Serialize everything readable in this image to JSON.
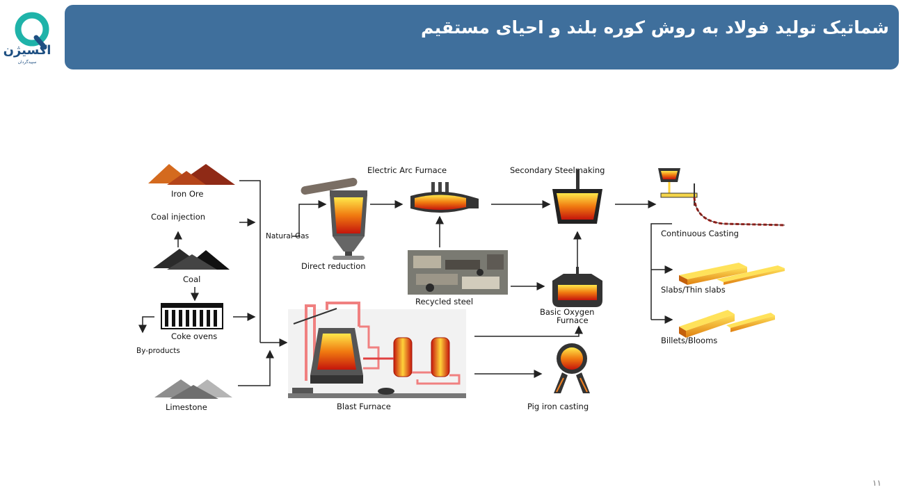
{
  "header": {
    "title": "شماتیک تولید فولاد به روش کوره بلند و احیای مستقیم"
  },
  "logo": {
    "name": "اکسیژن",
    "tagline": "سپیدگردان"
  },
  "page_number": "۱۱",
  "colors": {
    "header_bg": "#3f6f9c",
    "logo_teal": "#1fb3a9",
    "logo_navy": "#1d4f82"
  },
  "diagram": {
    "labels": {
      "iron_ore": "Iron Ore",
      "coal_injection": "Coal injection",
      "coal": "Coal",
      "coke_ovens": "Coke ovens",
      "by_products": "By-products",
      "limestone": "Limestone",
      "natural_gas": "Natural Gas",
      "direct_reduction": "Direct reduction",
      "electric_arc_furnace": "Electric Arc Furnace",
      "recycled_steel": "Recycled steel",
      "blast_furnace": "Blast Furnace",
      "secondary_steelmaking": "Secondary Steelmaking",
      "basic_oxygen_furnace_1": "Basic Oxygen",
      "basic_oxygen_furnace_2": "Furnace",
      "pig_iron_casting": "Pig iron casting",
      "continuous_casting": "Continuous Casting",
      "slabs": "Slabs/Thin slabs",
      "billets": "Billets/Blooms"
    }
  }
}
